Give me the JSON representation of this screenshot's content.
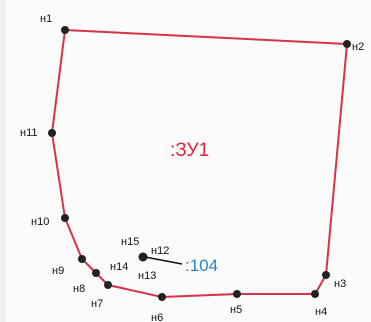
{
  "parcel": {
    "label": ":ЗУ1",
    "boundary_color": "#d8334a",
    "label_color": "#e2243d"
  },
  "adjacent": {
    "label": ":104",
    "label_color": "#2a86c8"
  },
  "vertices": [
    {
      "id": "н1",
      "label": "н1"
    },
    {
      "id": "н2",
      "label": "н2"
    },
    {
      "id": "н3",
      "label": "н3"
    },
    {
      "id": "н4",
      "label": "н4"
    },
    {
      "id": "н5",
      "label": "н5"
    },
    {
      "id": "н6",
      "label": "н6"
    },
    {
      "id": "н7",
      "label": "н7"
    },
    {
      "id": "н8",
      "label": "н8"
    },
    {
      "id": "н9",
      "label": "н9"
    },
    {
      "id": "н10",
      "label": "н10"
    },
    {
      "id": "н11",
      "label": "н11"
    },
    {
      "id": "н12",
      "label": "н12"
    },
    {
      "id": "н13",
      "label": "н13"
    },
    {
      "id": "н14",
      "label": "н14"
    },
    {
      "id": "н15",
      "label": "н15"
    }
  ],
  "point_color": "#222222"
}
